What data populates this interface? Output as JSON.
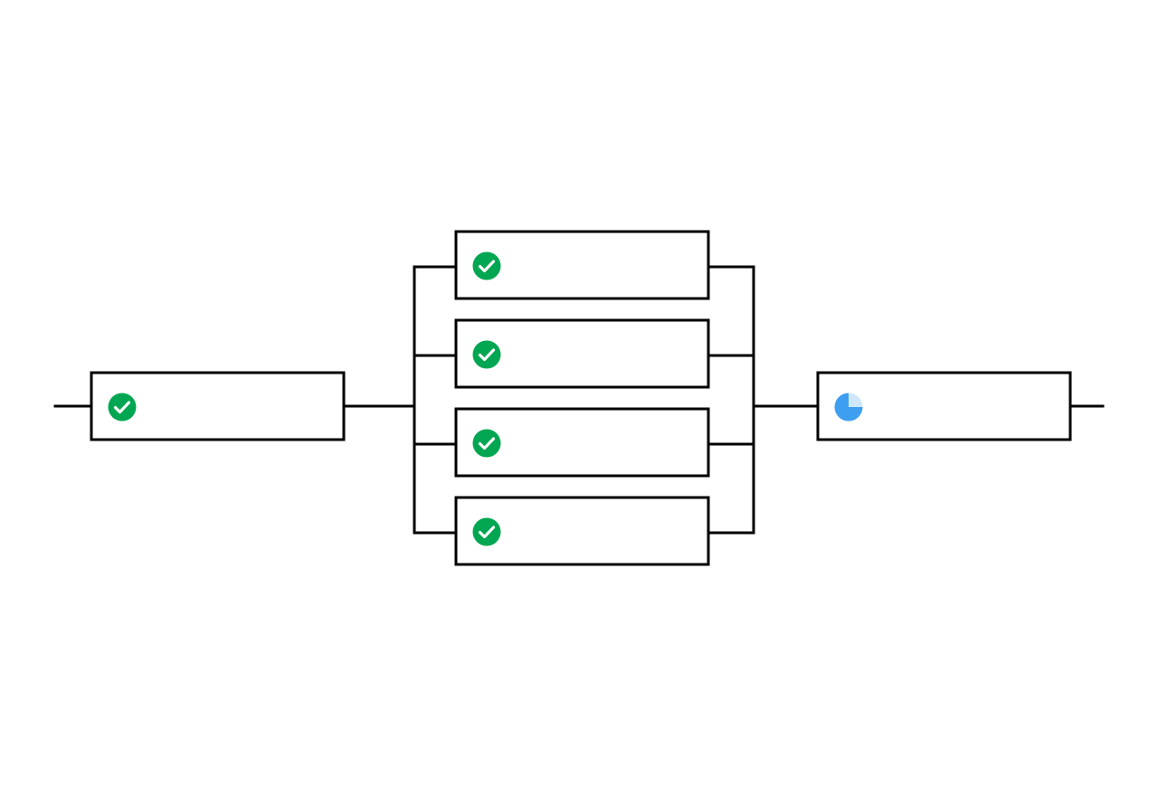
{
  "colors": {
    "line": "#000000",
    "box_fill": "#ffffff",
    "complete": "#00a651",
    "in_progress": "#3e9ff0",
    "in_progress_light": "#cfe7fb"
  },
  "pipeline": {
    "stages": [
      {
        "id": "stage-1",
        "steps": [
          {
            "status": "complete",
            "icon": "check-circle-icon"
          }
        ]
      },
      {
        "id": "stage-2",
        "steps": [
          {
            "status": "complete",
            "icon": "check-circle-icon"
          },
          {
            "status": "complete",
            "icon": "check-circle-icon"
          },
          {
            "status": "complete",
            "icon": "check-circle-icon"
          },
          {
            "status": "complete",
            "icon": "check-circle-icon"
          }
        ]
      },
      {
        "id": "stage-3",
        "steps": [
          {
            "status": "in_progress",
            "icon": "progress-pie-icon",
            "progress": 0.75
          }
        ]
      }
    ]
  }
}
